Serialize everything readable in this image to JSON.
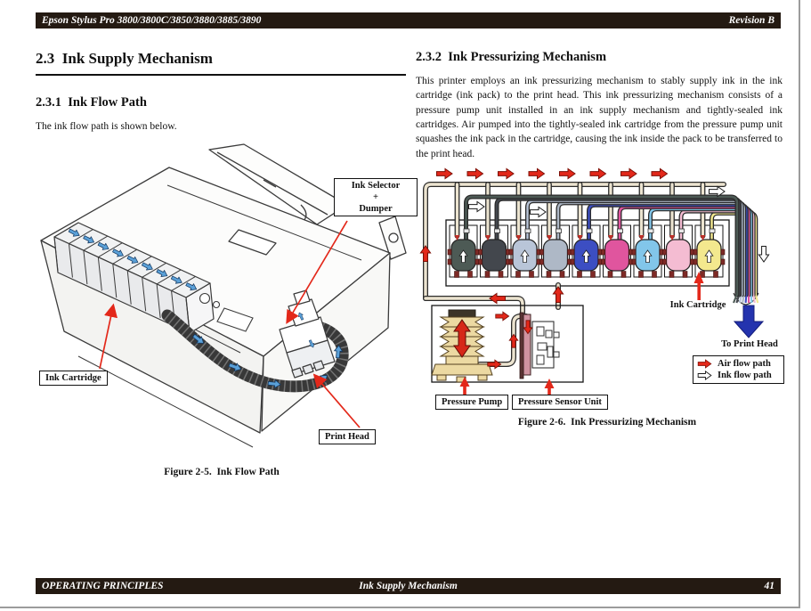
{
  "header": {
    "left": "Epson Stylus Pro 3800/3800C/3850/3880/3885/3890",
    "right": "Revision B"
  },
  "footer": {
    "left": "OPERATING PRINCIPLES",
    "center": "Ink Supply Mechanism",
    "page": "41"
  },
  "left_column": {
    "section_title": "2.3  Ink Supply Mechanism",
    "subsection_title": "2.3.1  Ink Flow Path",
    "intro_text": "The ink flow path is shown below.",
    "figure": {
      "caption": "Figure 2-5.  Ink Flow Path",
      "labels": {
        "ink_selector_line1": "Ink Selector",
        "ink_selector_line2": "+",
        "ink_selector_line3": "Dumper",
        "ink_cartridge": "Ink Cartridge",
        "print_head": "Print Head"
      }
    }
  },
  "right_column": {
    "subsection_title": "2.3.2  Ink Pressurizing Mechanism",
    "body_text": "This printer employs an ink pressurizing mechanism to stably supply ink in the ink cartridge (ink pack) to the print head. This ink pressurizing mechanism consists of a pressure pump unit installed in an ink supply mechanism and tightly-sealed ink cartridges. Air pumped into the tightly-sealed ink cartridge from the pressure pump unit squashes the ink pack in the cartridge, causing the ink inside the pack to be transferred to the print head.",
    "figure": {
      "caption": "Figure 2-6.  Ink Pressurizing Mechanism",
      "labels": {
        "ink_cartridge": "Ink Cartridge",
        "to_print_head": "To Print Head",
        "pressure_pump": "Pressure Pump",
        "pressure_sensor": "Pressure Sensor Unit"
      },
      "legend": {
        "air": "Air flow path",
        "ink": "Ink flow path"
      },
      "cartridge_colors": [
        "#4d5a55",
        "#43474d",
        "#b9c5d8",
        "#aeb8c6",
        "#3c4ec2",
        "#e0559e",
        "#82c6ea",
        "#f4bcd2",
        "#f3e88e"
      ],
      "cartridges_with_arrow": [
        0,
        2,
        4,
        6,
        8
      ],
      "cartridge_count": 9
    }
  },
  "colors": {
    "header_bar": "#241a12",
    "annotation_red": "#e3281a",
    "annotation_red_dark": "#7c0f06",
    "flow_blue_arrow": "#2433ae",
    "air_tube_beige": "#ece4d0",
    "pump_tan": "#ecd9a2",
    "printer_flow_blue": "#5aa0d8"
  }
}
